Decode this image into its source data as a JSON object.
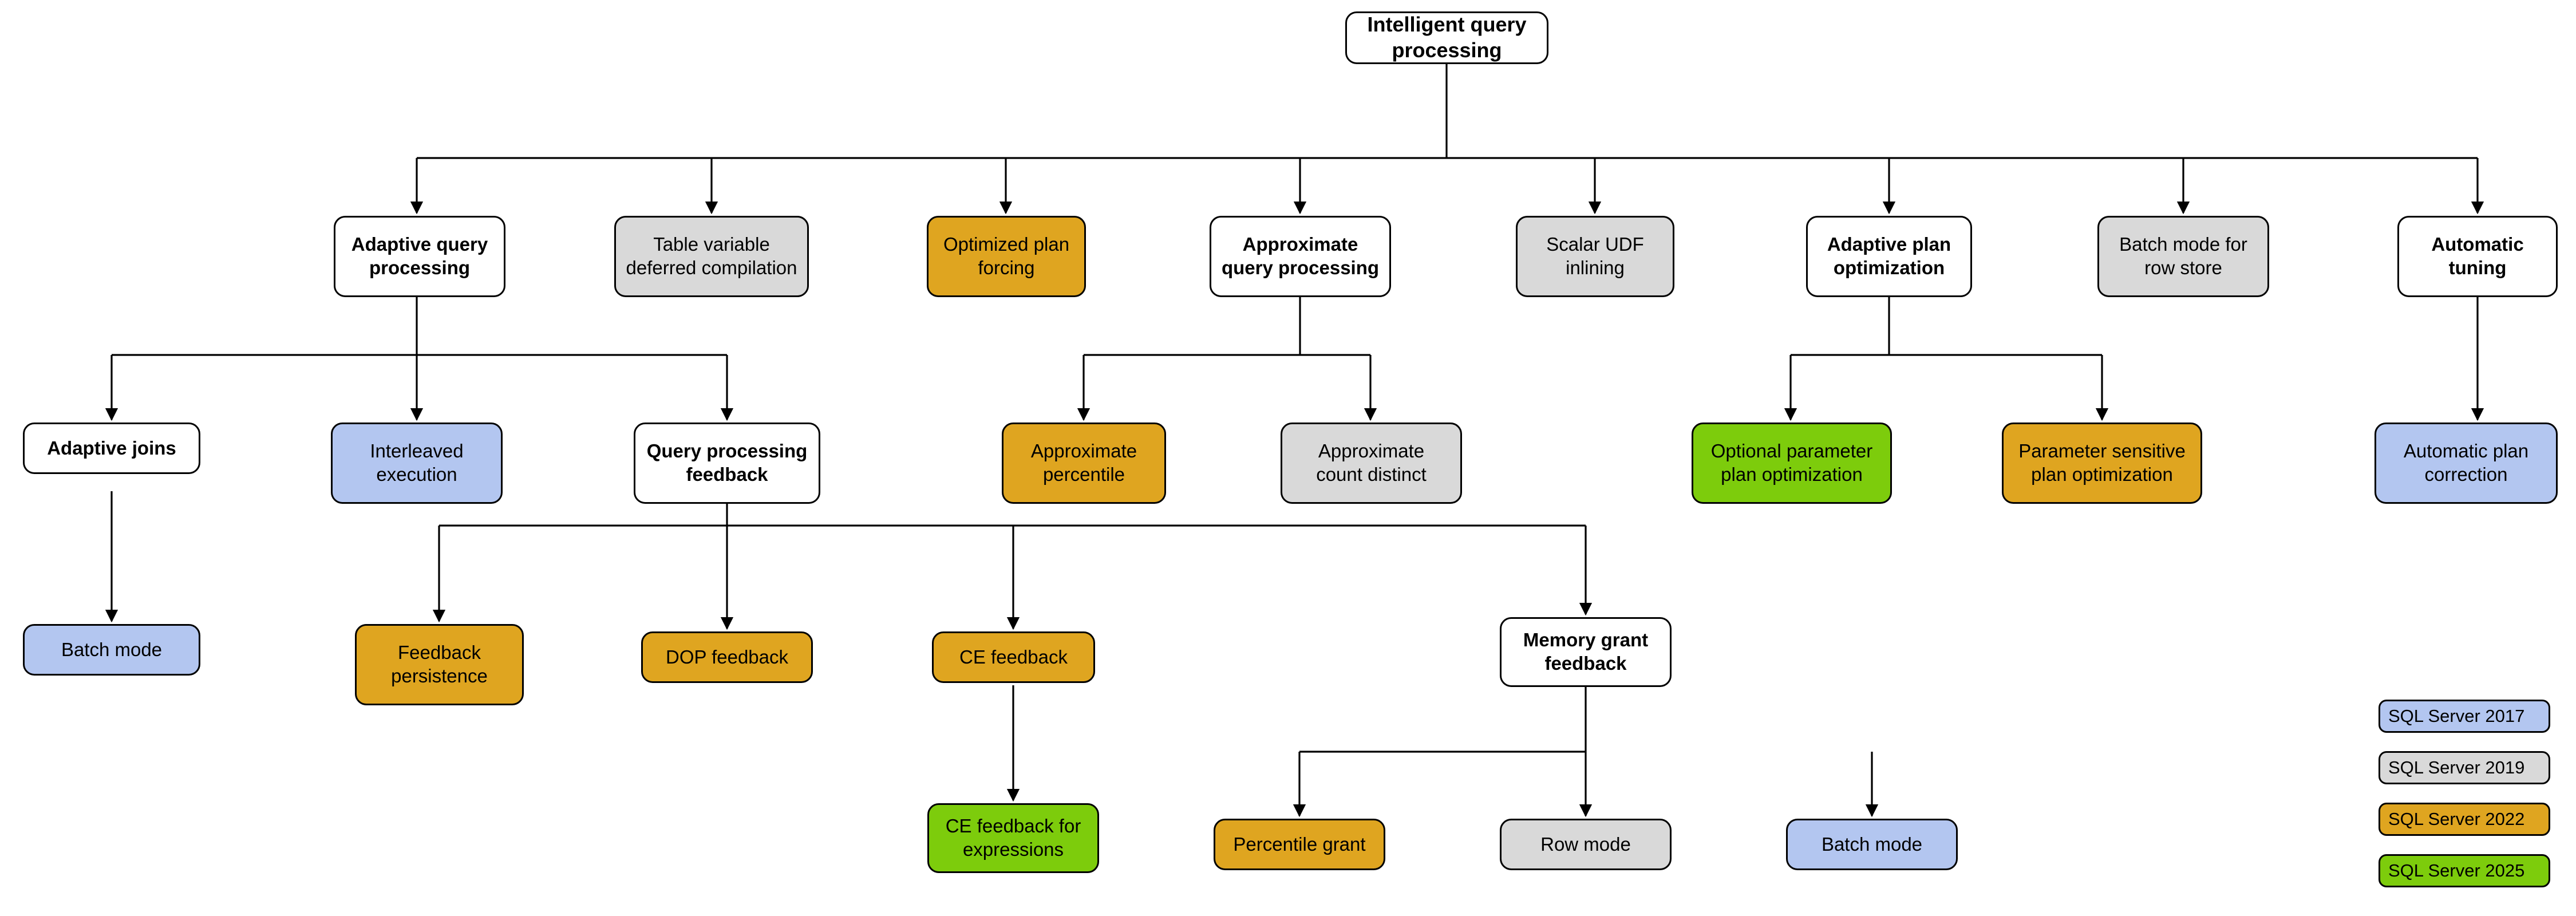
{
  "diagram": {
    "title": "Intelligent query processing",
    "type": "hierarchy-tree",
    "colors": {
      "sql2017": "#B3C6F0",
      "sql2019": "#D9D9D9",
      "sql2022": "#DFA520",
      "sql2025": "#7DCC0C",
      "neutral": "#FFFFFF",
      "stroke": "#000000"
    },
    "root": {
      "label": "Intelligent query\nprocessing",
      "fill": "#FFFFFF"
    },
    "level2": [
      {
        "label": "Adaptive query\nprocessing",
        "fill": "#FFFFFF",
        "version": ""
      },
      {
        "label": "Table variable\ndeferred compilation",
        "fill": "#D9D9D9",
        "version": "SQL Server 2019"
      },
      {
        "label": "Optimized plan\nforcing",
        "fill": "#DFA520",
        "version": "SQL Server 2022"
      },
      {
        "label": "Approximate\nquery processing",
        "fill": "#FFFFFF",
        "version": ""
      },
      {
        "label": "Scalar UDF\ninlining",
        "fill": "#D9D9D9",
        "version": "SQL Server 2019"
      },
      {
        "label": "Adaptive plan\noptimization",
        "fill": "#FFFFFF",
        "version": ""
      },
      {
        "label": "Batch mode for\nrow store",
        "fill": "#D9D9D9",
        "version": "SQL Server 2019"
      },
      {
        "label": "Automatic\ntuning",
        "fill": "#FFFFFF",
        "version": ""
      }
    ],
    "level3": [
      {
        "label": "Adaptive joins",
        "fill": "#FFFFFF",
        "version": ""
      },
      {
        "label": "Interleaved\nexecution",
        "fill": "#B3C6F0",
        "version": "SQL Server 2017"
      },
      {
        "label": "Query processing\nfeedback",
        "fill": "#FFFFFF",
        "version": ""
      },
      {
        "label": "Approximate\npercentile",
        "fill": "#DFA520",
        "version": "SQL Server 2022"
      },
      {
        "label": "Approximate\ncount distinct",
        "fill": "#D9D9D9",
        "version": "SQL Server 2019"
      },
      {
        "label": "Optional parameter\nplan optimization",
        "fill": "#7DCC0C",
        "version": "SQL Server 2025"
      },
      {
        "label": "Parameter sensitive\nplan optimization",
        "fill": "#DFA520",
        "version": "SQL Server 2022"
      },
      {
        "label": "Automatic plan\ncorrection",
        "fill": "#B3C6F0",
        "version": "SQL Server 2017"
      }
    ],
    "level4": [
      {
        "label": "Batch mode",
        "fill": "#B3C6F0",
        "version": "SQL Server 2017"
      },
      {
        "label": "Feedback\npersistence",
        "fill": "#DFA520",
        "version": "SQL Server 2022"
      },
      {
        "label": "DOP feedback",
        "fill": "#DFA520",
        "version": "SQL Server 2022"
      },
      {
        "label": "CE feedback",
        "fill": "#DFA520",
        "version": "SQL Server 2022"
      },
      {
        "label": "Memory grant\nfeedback",
        "fill": "#FFFFFF",
        "version": ""
      }
    ],
    "level5": [
      {
        "label": "CE feedback for\nexpressions",
        "fill": "#7DCC0C",
        "version": "SQL Server 2025"
      },
      {
        "label": "Percentile grant",
        "fill": "#DFA520",
        "version": "SQL Server 2022"
      },
      {
        "label": "Row mode",
        "fill": "#D9D9D9",
        "version": "SQL Server 2019"
      },
      {
        "label": "Batch mode",
        "fill": "#B3C6F0",
        "version": "SQL Server 2017"
      }
    ],
    "legend": [
      {
        "label": "SQL Server 2017",
        "fill": "#B3C6F0"
      },
      {
        "label": "SQL Server 2019",
        "fill": "#D9D9D9"
      },
      {
        "label": "SQL Server 2022",
        "fill": "#DFA520"
      },
      {
        "label": "SQL Server 2025",
        "fill": "#7DCC0C"
      }
    ]
  }
}
